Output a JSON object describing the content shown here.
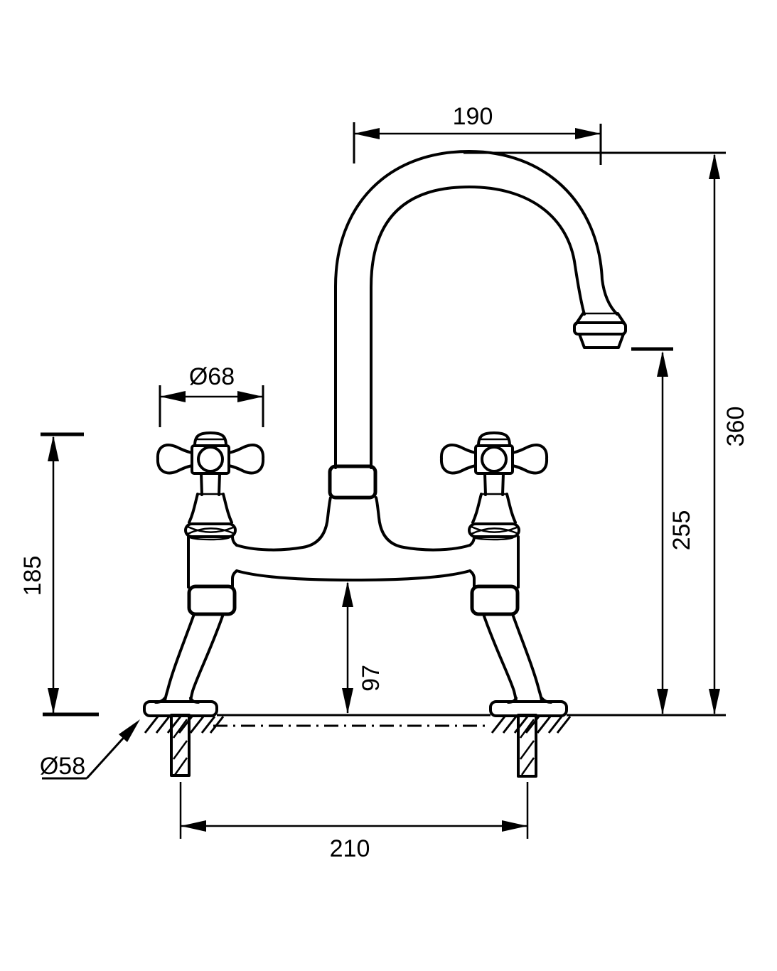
{
  "drawing": {
    "kind": "technical-dimension-drawing",
    "subject": "bridge-kitchen-mixer-tap-front-elevation",
    "colors": {
      "line": "#000000",
      "background": "#ffffff"
    },
    "labels": {
      "spout_reach": "190",
      "overall_height": "360",
      "outlet_height": "255",
      "handle_diameter": "Ø68",
      "handle_height": "185",
      "clearance_height": "97",
      "base_diameter": "Ø58",
      "hole_centres": "210"
    }
  }
}
